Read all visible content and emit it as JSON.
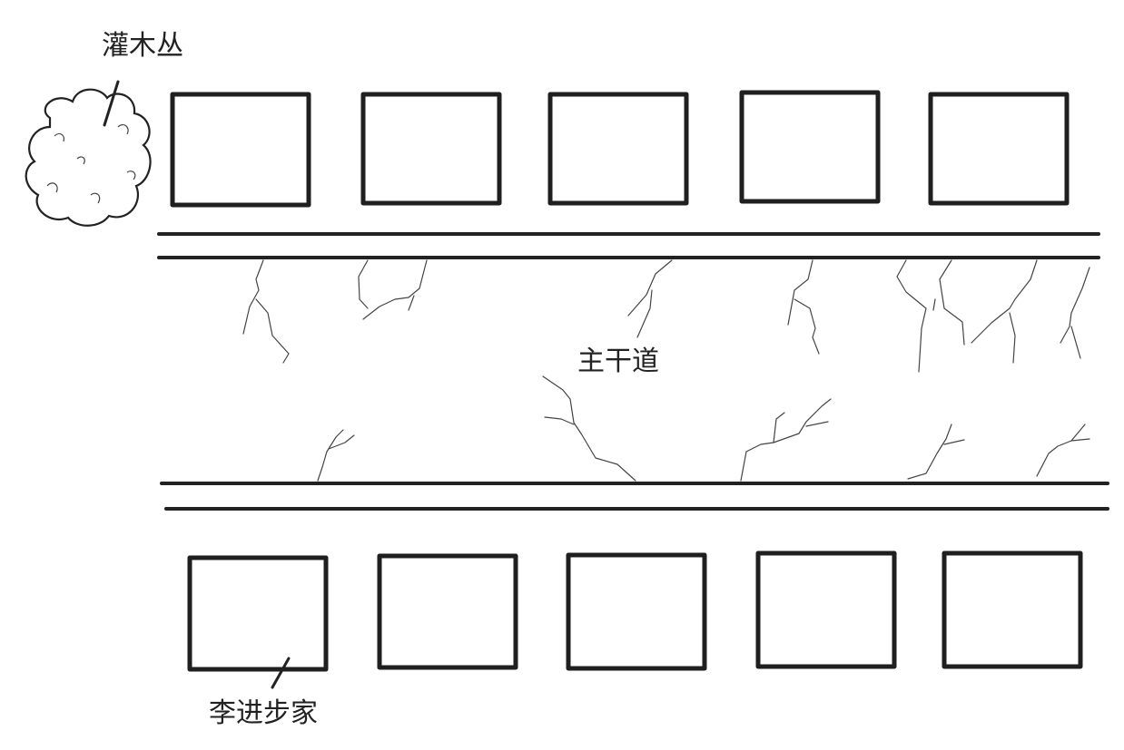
{
  "labels": {
    "bush": "灌木丛",
    "main_road": "主干道",
    "home": "李进步家"
  },
  "top_row": {
    "item_name": "house",
    "count": 5
  },
  "bottom_row": {
    "item_name": "house",
    "count": 5,
    "highlighted_index": 0
  },
  "colors": {
    "ink": "#222222",
    "background": "#ffffff"
  }
}
